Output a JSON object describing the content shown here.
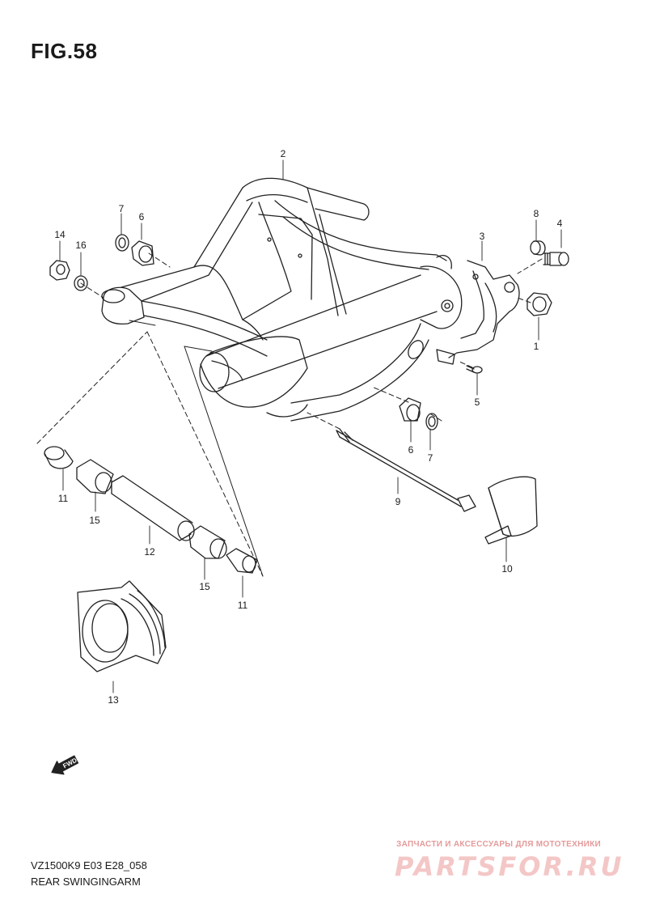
{
  "figure": {
    "title": "FIG.58"
  },
  "callouts": [
    {
      "id": "c1",
      "label": "1"
    },
    {
      "id": "c2",
      "label": "2"
    },
    {
      "id": "c3",
      "label": "3"
    },
    {
      "id": "c4",
      "label": "4"
    },
    {
      "id": "c5",
      "label": "5"
    },
    {
      "id": "c6a",
      "label": "6"
    },
    {
      "id": "c6b",
      "label": "6"
    },
    {
      "id": "c7a",
      "label": "7"
    },
    {
      "id": "c7b",
      "label": "7"
    },
    {
      "id": "c8",
      "label": "8"
    },
    {
      "id": "c9",
      "label": "9"
    },
    {
      "id": "c10",
      "label": "10"
    },
    {
      "id": "c11a",
      "label": "11"
    },
    {
      "id": "c11b",
      "label": "11"
    },
    {
      "id": "c12",
      "label": "12"
    },
    {
      "id": "c13",
      "label": "13"
    },
    {
      "id": "c14",
      "label": "14"
    },
    {
      "id": "c15a",
      "label": "15"
    },
    {
      "id": "c15b",
      "label": "15"
    },
    {
      "id": "c16",
      "label": "16"
    }
  ],
  "fwd_badge": {
    "label": "FWD",
    "icon": "fwd-arrow-icon"
  },
  "footer": {
    "model_code": "VZ1500K9 E03 E28_058",
    "section_name": "REAR SWINGINGARM"
  },
  "watermark": {
    "tagline": "ЗАПЧАСТИ И АКСЕССУАРЫ ДЛЯ МОТОТЕХНИКИ",
    "brand": "PARTSFOR.RU"
  }
}
